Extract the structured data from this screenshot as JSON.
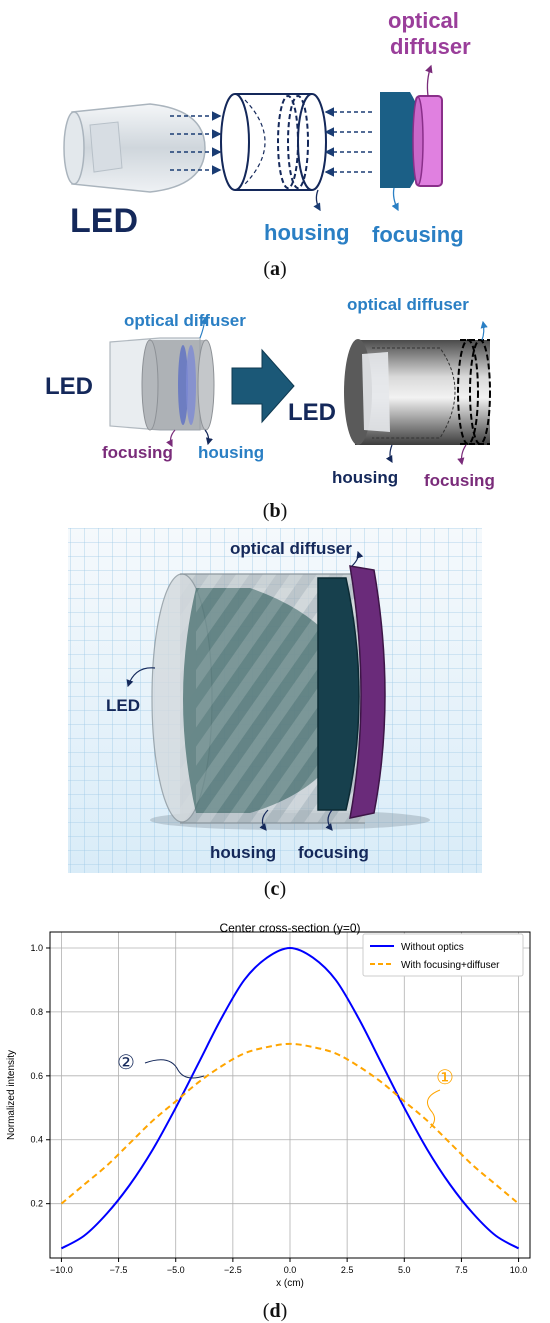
{
  "panel_a": {
    "led": "LED",
    "housing": "housing",
    "focusing": "focusing",
    "optical_diffuser_line1": "optical",
    "optical_diffuser_line2": "diffuser",
    "caption_letter": "a"
  },
  "panel_b": {
    "led_left": "LED",
    "optical_diffuser_left": "optical diffuser",
    "focusing_left": "focusing",
    "housing_left": "housing",
    "led_right": "LED",
    "optical_diffuser_right": "optical diffuser",
    "housing_right": "housing",
    "focusing_right": "focusing",
    "caption_letter": "b"
  },
  "panel_c": {
    "optical_diffuser": "optical diffuser",
    "led": "LED",
    "housing": "housing",
    "focusing": "focusing",
    "caption_letter": "c"
  },
  "panel_d": {
    "caption_letter": "d",
    "marker_1": "①",
    "marker_2": "②"
  },
  "colors": {
    "navy": "#14285a",
    "blue_label": "#2a7fc4",
    "purple_label": "#7a2c7a",
    "magenta_label": "#9a3e9a",
    "series_blue": "#0000ff",
    "series_orange": "#ffa500"
  },
  "chart_data": {
    "type": "line",
    "title": "Center cross-section (y=0)",
    "xlabel": "x (cm)",
    "ylabel": "Normalized intensity",
    "xlim": [
      -10.5,
      10.5
    ],
    "ylim": [
      0.03,
      1.05
    ],
    "xticks": [
      "−10.0",
      "−7.5",
      "−5.0",
      "−2.5",
      "0.0",
      "2.5",
      "5.0",
      "7.5",
      "10.0"
    ],
    "xtick_values": [
      -10,
      -7.5,
      -5,
      -2.5,
      0,
      2.5,
      5,
      7.5,
      10
    ],
    "yticks": [
      "0.2",
      "0.4",
      "0.6",
      "0.8",
      "1.0"
    ],
    "ytick_values": [
      0.2,
      0.4,
      0.6,
      0.8,
      1.0
    ],
    "grid": true,
    "legend_position": "top-right",
    "series": [
      {
        "name": "Without optics",
        "style": "solid",
        "color": "#0000ff",
        "x": [
          -10,
          -9,
          -8,
          -7,
          -6,
          -5,
          -4,
          -3,
          -2,
          -1,
          0,
          1,
          2,
          3,
          4,
          5,
          6,
          7,
          8,
          9,
          10
        ],
        "values": [
          0.06,
          0.1,
          0.17,
          0.26,
          0.37,
          0.5,
          0.64,
          0.78,
          0.9,
          0.97,
          1.0,
          0.97,
          0.9,
          0.78,
          0.64,
          0.5,
          0.37,
          0.26,
          0.17,
          0.1,
          0.06
        ]
      },
      {
        "name": "With focusing+diffuser",
        "style": "dashed",
        "color": "#ffa500",
        "x": [
          -10,
          -9,
          -8,
          -7,
          -6,
          -5,
          -4,
          -3,
          -2,
          -1,
          0,
          1,
          2,
          3,
          4,
          5,
          6,
          7,
          8,
          9,
          10
        ],
        "values": [
          0.2,
          0.26,
          0.32,
          0.39,
          0.46,
          0.52,
          0.58,
          0.63,
          0.67,
          0.69,
          0.7,
          0.69,
          0.67,
          0.63,
          0.58,
          0.52,
          0.46,
          0.39,
          0.32,
          0.26,
          0.2
        ]
      }
    ]
  }
}
